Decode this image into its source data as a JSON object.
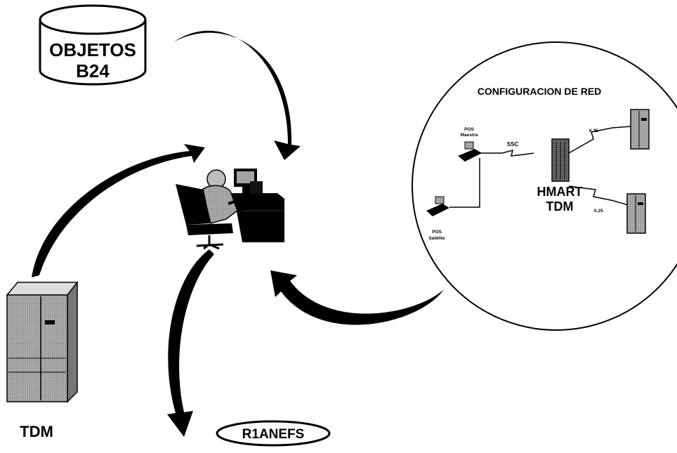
{
  "database": {
    "line1": "OBJETOS",
    "line2": "B24"
  },
  "server": {
    "label": "TDM"
  },
  "output": {
    "label": "R1ANEFS"
  },
  "network": {
    "title": "CONFIGURACION DE RED",
    "pos_master": {
      "line1": "POS",
      "line2": "Maestra"
    },
    "pos_satellite": {
      "line1": "POS",
      "line2": "Satélite"
    },
    "hub": {
      "line1": "HMART",
      "line2": "TDM"
    },
    "links": {
      "sdlc": "SSC",
      "x25_top": "X.25",
      "x25_bottom": "X.25"
    }
  },
  "colors": {
    "ink": "#000000",
    "gray_dark": "#444444",
    "gray_mid": "#8a8a8a",
    "gray_light": "#c8c8c8",
    "paper": "#ffffff"
  }
}
